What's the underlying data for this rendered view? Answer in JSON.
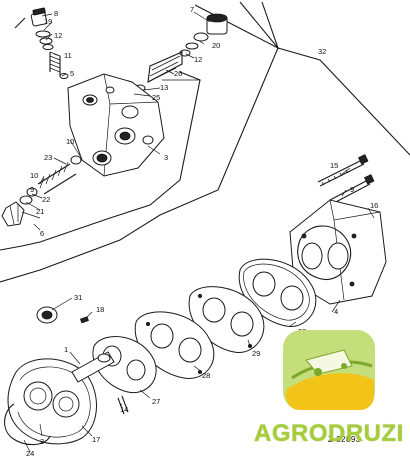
{
  "labels": [
    {
      "id": "8",
      "text": "8"
    },
    {
      "id": "19",
      "text": "19"
    },
    {
      "id": "12a",
      "text": "12"
    },
    {
      "id": "11",
      "text": "11"
    },
    {
      "id": "5",
      "text": "5"
    },
    {
      "id": "7",
      "text": "7"
    },
    {
      "id": "20",
      "text": "20"
    },
    {
      "id": "12b",
      "text": "12"
    },
    {
      "id": "26",
      "text": "26"
    },
    {
      "id": "13",
      "text": "13"
    },
    {
      "id": "25",
      "text": "25"
    },
    {
      "id": "10a",
      "text": "10"
    },
    {
      "id": "3",
      "text": "3"
    },
    {
      "id": "23",
      "text": "23"
    },
    {
      "id": "10b",
      "text": "10"
    },
    {
      "id": "22",
      "text": "22"
    },
    {
      "id": "9a",
      "text": "9"
    },
    {
      "id": "21",
      "text": "21"
    },
    {
      "id": "6",
      "text": "6"
    },
    {
      "id": "32",
      "text": "32"
    },
    {
      "id": "15",
      "text": "15"
    },
    {
      "id": "9b",
      "text": "9"
    },
    {
      "id": "16",
      "text": "16"
    },
    {
      "id": "31",
      "text": "31"
    },
    {
      "id": "18",
      "text": "18"
    },
    {
      "id": "4",
      "text": "4"
    },
    {
      "id": "30",
      "text": "30"
    },
    {
      "id": "29",
      "text": "29"
    },
    {
      "id": "1",
      "text": "1"
    },
    {
      "id": "28",
      "text": "28"
    },
    {
      "id": "27",
      "text": "27"
    },
    {
      "id": "14",
      "text": "14"
    },
    {
      "id": "2",
      "text": "2"
    },
    {
      "id": "17",
      "text": "17"
    },
    {
      "id": "24",
      "text": "24"
    }
  ],
  "drawing_ref": "Z 32893",
  "watermark": {
    "brand": "AGRODRUZI",
    "brand_color": "#a6cd3c",
    "logo_colors": [
      "#a6cd3c",
      "#f2c419",
      "#e9f2c8"
    ]
  }
}
